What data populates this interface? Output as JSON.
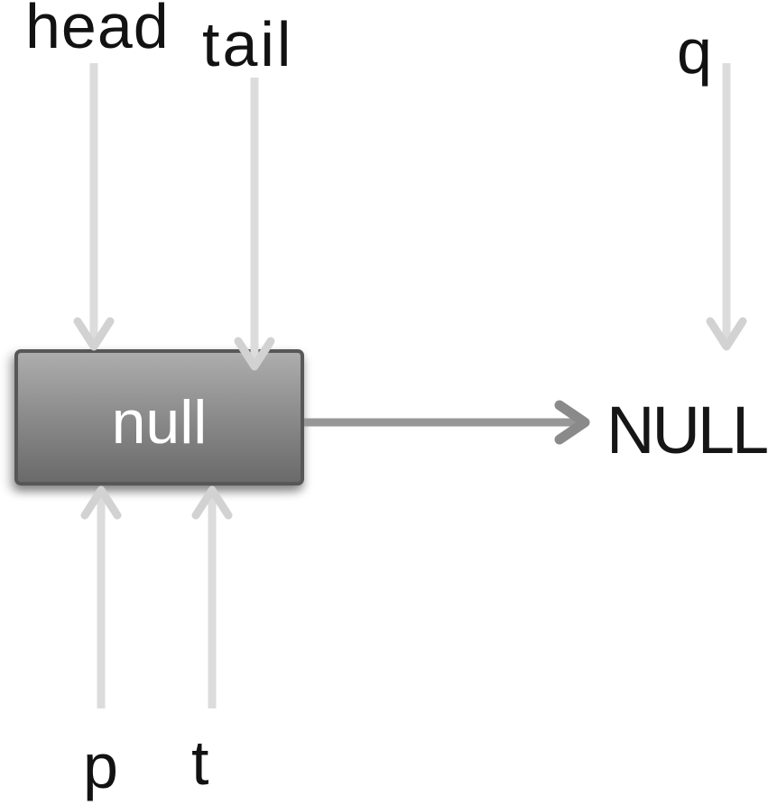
{
  "diagram": {
    "description": "Empty doubly-referenced linked list node diagram: head, tail, p, t pointers reference a null node whose next pointer is NULL; q is unattached",
    "background_color": "#ffffff",
    "node": {
      "label": "null",
      "fill_top": "#adadad",
      "fill_bottom": "#6a6a6a",
      "border_color": "#575757",
      "text_color": "#ffffff"
    },
    "labels": {
      "head": "head",
      "tail": "tail",
      "q": "q",
      "p": "p",
      "t": "t",
      "null_target": "NULL"
    },
    "arrows": {
      "vertical_color": "#d7d7d7",
      "horizontal_color": "#909090"
    }
  }
}
